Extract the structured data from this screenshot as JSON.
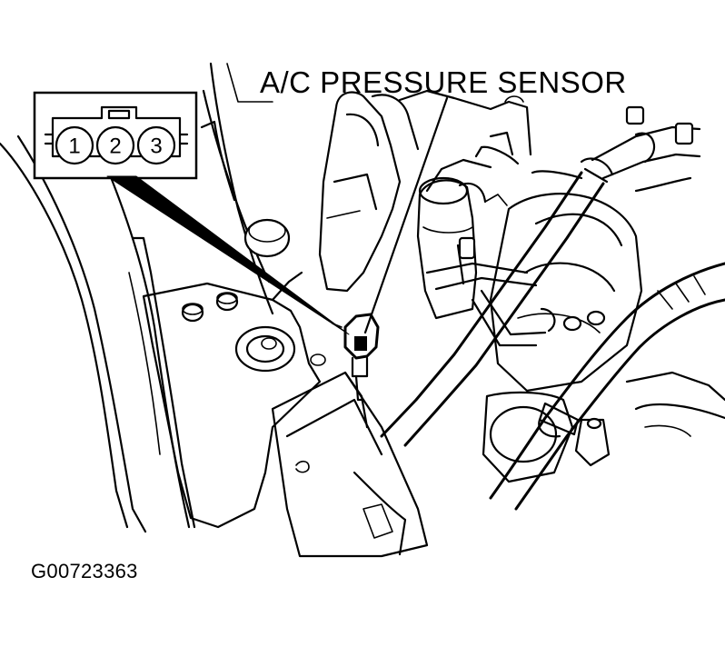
{
  "callout": {
    "label": "A/C PRESSURE SENSOR"
  },
  "connector": {
    "pins": [
      "1",
      "2",
      "3"
    ]
  },
  "figure": {
    "id": "G00723363"
  }
}
